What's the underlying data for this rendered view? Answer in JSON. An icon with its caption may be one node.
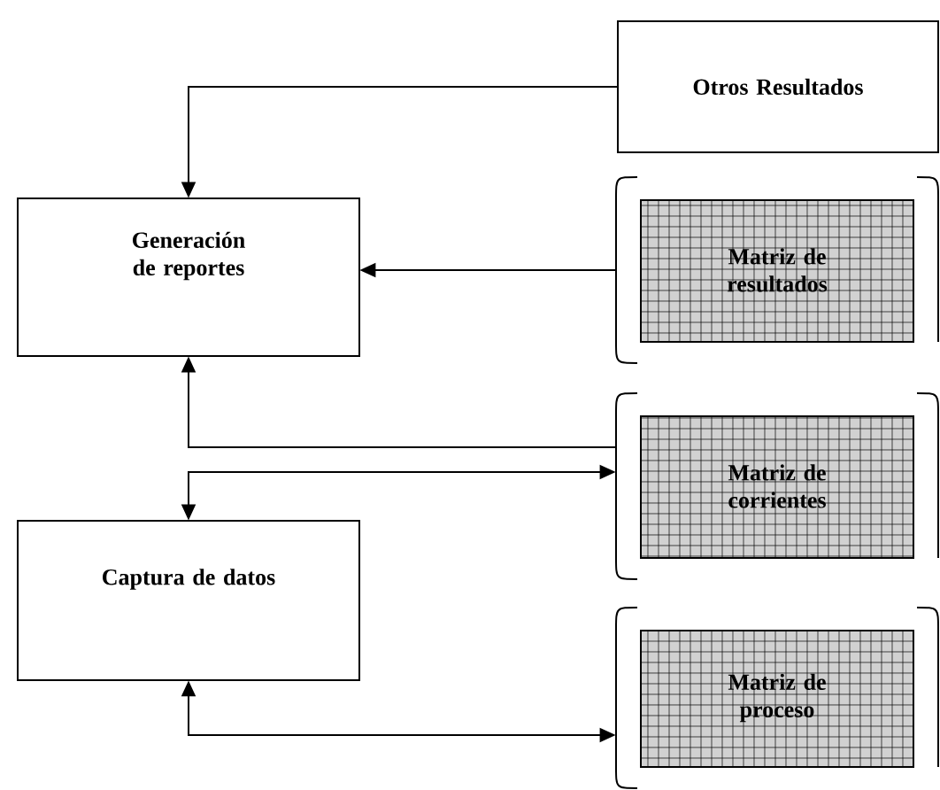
{
  "diagram": {
    "nodes": [
      {
        "text": [
          "Otros Resultados"
        ]
      },
      {
        "text": [
          "Generación de reportes"
        ]
      },
      {
        "text": [
          "Matriz de resultados"
        ]
      },
      {
        "text": [
          "Matriz de corrientes"
        ]
      },
      {
        "text": [
          "Captura de datos"
        ]
      },
      {
        "text": [
          "Matriz de proceso"
        ]
      }
    ],
    "edges": [
      {
        "from": 0,
        "to": 1,
        "arrow": "to"
      },
      {
        "from": 2,
        "to": 1,
        "arrow": "to"
      },
      {
        "from": 3,
        "to": 1,
        "arrow": "to"
      },
      {
        "from": 4,
        "to": 3,
        "arrow": "both"
      },
      {
        "from": 4,
        "to": 5,
        "arrow": "both"
      }
    ]
  }
}
